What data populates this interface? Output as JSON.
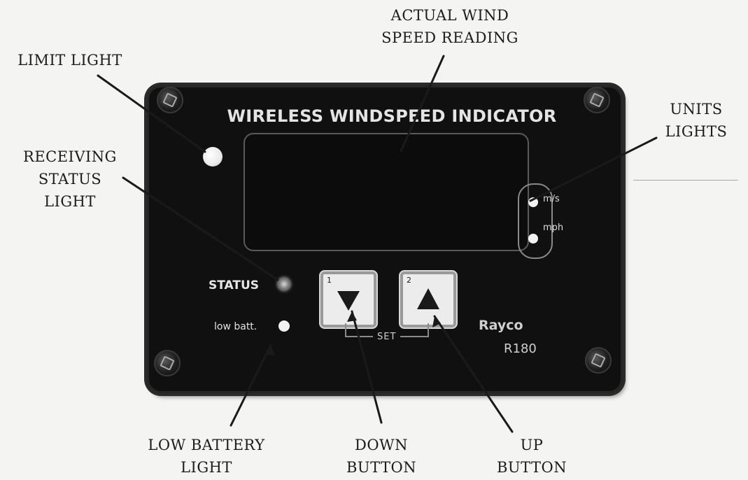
{
  "callouts": {
    "actual_wind_speed_reading": [
      "ACTUAL WIND",
      "SPEED READING"
    ],
    "limit_light": [
      "LIMIT LIGHT"
    ],
    "receiving_status_light": [
      "RECEIVING",
      "STATUS",
      "LIGHT"
    ],
    "units_lights": [
      "UNITS",
      "LIGHTS"
    ],
    "low_battery_light": [
      "LOW BATTERY",
      "LIGHT"
    ],
    "down_button": [
      "DOWN",
      "BUTTON"
    ],
    "up_button": [
      "UP",
      "BUTTON"
    ]
  },
  "panel": {
    "title": "WIRELESS WINDSPEED INDICATOR",
    "status_label": "STATUS",
    "low_batt_label": "low batt.",
    "unit_ms": "m/s",
    "unit_mph": "mph",
    "down_button_number": "1",
    "up_button_number": "2",
    "set_label": "SET",
    "brand": "Rayco",
    "model": "R180"
  },
  "icons": {
    "down_button": "down-arrow-icon",
    "up_button": "up-arrow-icon",
    "screws": "screw-icon"
  },
  "colors": {
    "panel": "#101010",
    "leds": "#f2f2f2",
    "buttons": "#ececec",
    "background": "#f4f4f2"
  }
}
